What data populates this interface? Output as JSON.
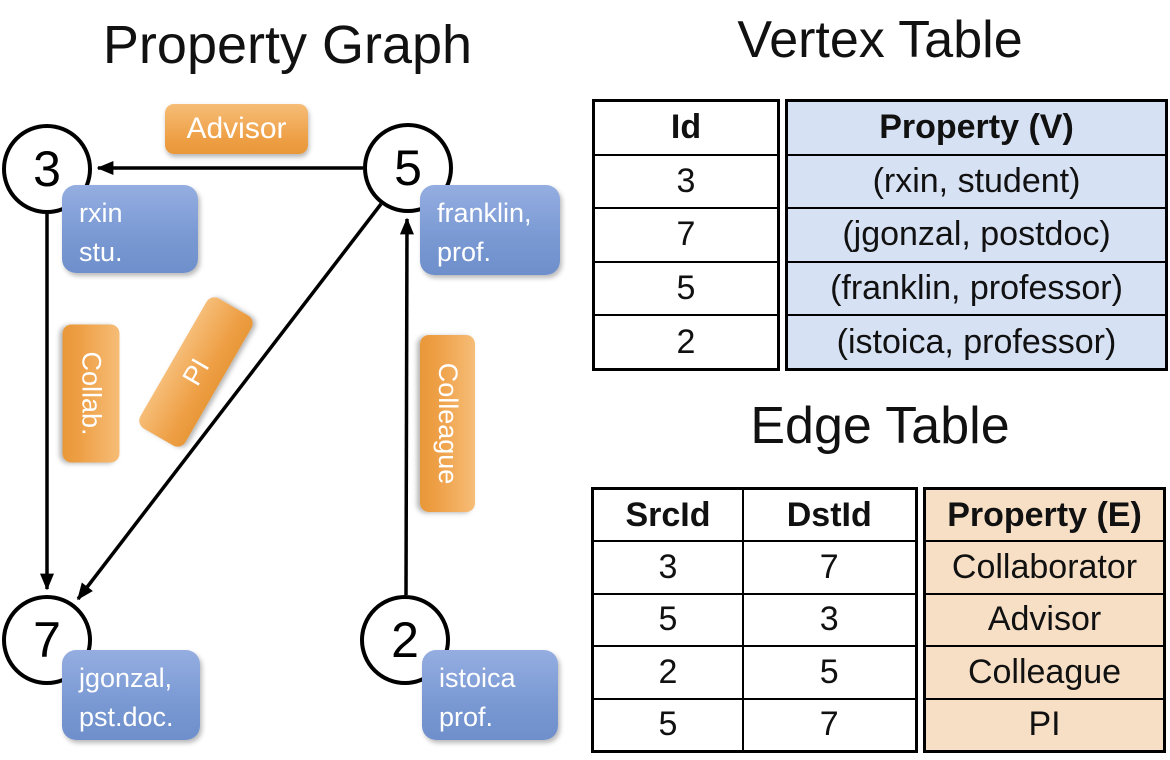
{
  "graph": {
    "title": "Property Graph",
    "nodes": [
      {
        "id": "3",
        "label_line1": "rxin",
        "label_line2": "stu."
      },
      {
        "id": "5",
        "label_line1": "franklin,",
        "label_line2": "prof."
      },
      {
        "id": "7",
        "label_line1": "jgonzal,",
        "label_line2": "pst.doc."
      },
      {
        "id": "2",
        "label_line1": "istoica",
        "label_line2": "prof."
      }
    ],
    "edge_labels": {
      "advisor": "Advisor",
      "collab": "Collab.",
      "pi": "PI",
      "colleague": "Colleague"
    }
  },
  "vertex_table": {
    "title": "Vertex Table",
    "columns": {
      "id": "Id",
      "property": "Property (V)"
    },
    "rows": [
      {
        "id": "3",
        "property": "(rxin, student)"
      },
      {
        "id": "7",
        "property": "(jgonzal, postdoc)"
      },
      {
        "id": "5",
        "property": "(franklin, professor)"
      },
      {
        "id": "2",
        "property": "(istoica, professor)"
      }
    ]
  },
  "edge_table": {
    "title": "Edge Table",
    "columns": {
      "src": "SrcId",
      "dst": "DstId",
      "property": "Property (E)"
    },
    "rows": [
      {
        "src": "3",
        "dst": "7",
        "property": "Collaborator"
      },
      {
        "src": "5",
        "dst": "3",
        "property": "Advisor"
      },
      {
        "src": "2",
        "dst": "5",
        "property": "Colleague"
      },
      {
        "src": "5",
        "dst": "7",
        "property": "PI"
      }
    ]
  },
  "colors": {
    "node_fill": "#ffffff",
    "line": "#000000",
    "edge_label_orange_top": "#f6bd77",
    "edge_label_orange_bottom": "#e89838",
    "vertex_box_blue_top": "#95aee1",
    "vertex_box_blue_bottom": "#6e8fcb",
    "vertex_property_cell": "#d6e1f3",
    "edge_property_cell": "#f6dfc5",
    "table_border": "#000000"
  }
}
